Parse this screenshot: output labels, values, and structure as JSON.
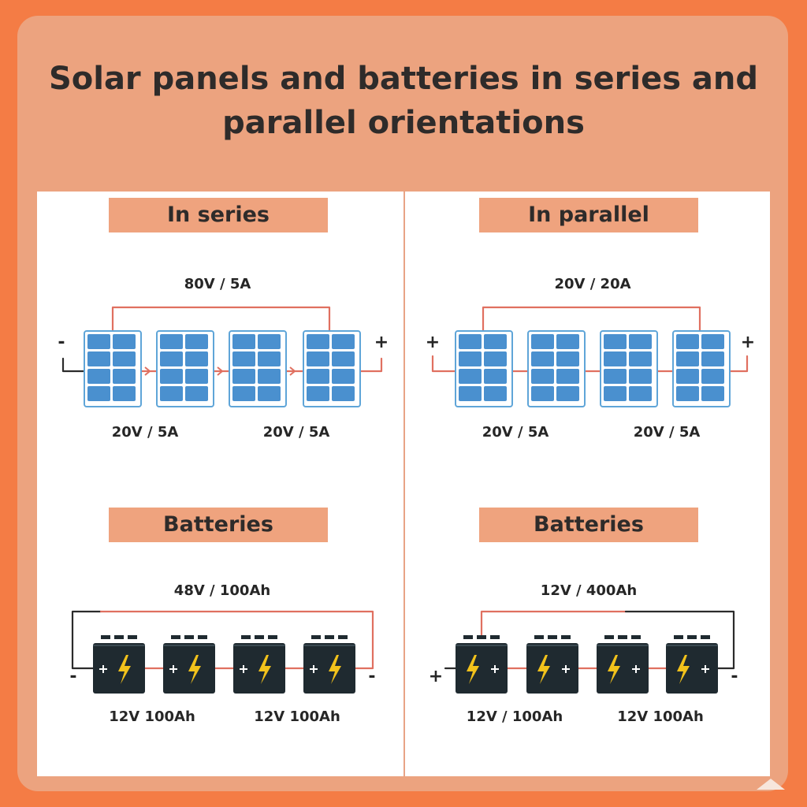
{
  "title": {
    "line1": "Solar panels and batteries in series and",
    "line2": "parallel orientations"
  },
  "series": {
    "heading": "In series",
    "panels_total": "80V / 5A",
    "panel_spec_left": "20V / 5A",
    "panel_spec_right": "20V / 5A",
    "panel_left_sign": "-",
    "panel_right_sign": "+",
    "batteries_heading": "Batteries",
    "batteries_total": "48V / 100Ah",
    "battery_spec_left": "12V 100Ah",
    "battery_spec_right": "12V 100Ah",
    "battery_left_sign": "-",
    "battery_right_sign": "-"
  },
  "parallel": {
    "heading": "In parallel",
    "panels_total": "20V / 20A",
    "panel_spec_left": "20V / 5A",
    "panel_spec_right": "20V / 5A",
    "panel_left_sign": "+",
    "panel_right_sign": "+",
    "batteries_heading": "Batteries",
    "batteries_total": "12V / 400Ah",
    "battery_spec_left": "12V / 100Ah",
    "battery_spec_right": "12V 100Ah",
    "battery_left_sign": "+",
    "battery_right_sign": "-"
  },
  "colors": {
    "page_bg": "#f47c45",
    "card_bg": "#eca37f",
    "label_bg": "#efa37e",
    "panel_cell": "#4a90cf",
    "panel_frame": "#5fa5d8",
    "wire_red": "#e07060",
    "wire_dark": "#2b2b2b",
    "battery_body": "#1f2a30",
    "bolt": "#f2c21b"
  },
  "icons": {
    "panel": "solar-panel-icon",
    "battery": "battery-icon",
    "bolt": "lightning-bolt-icon"
  }
}
